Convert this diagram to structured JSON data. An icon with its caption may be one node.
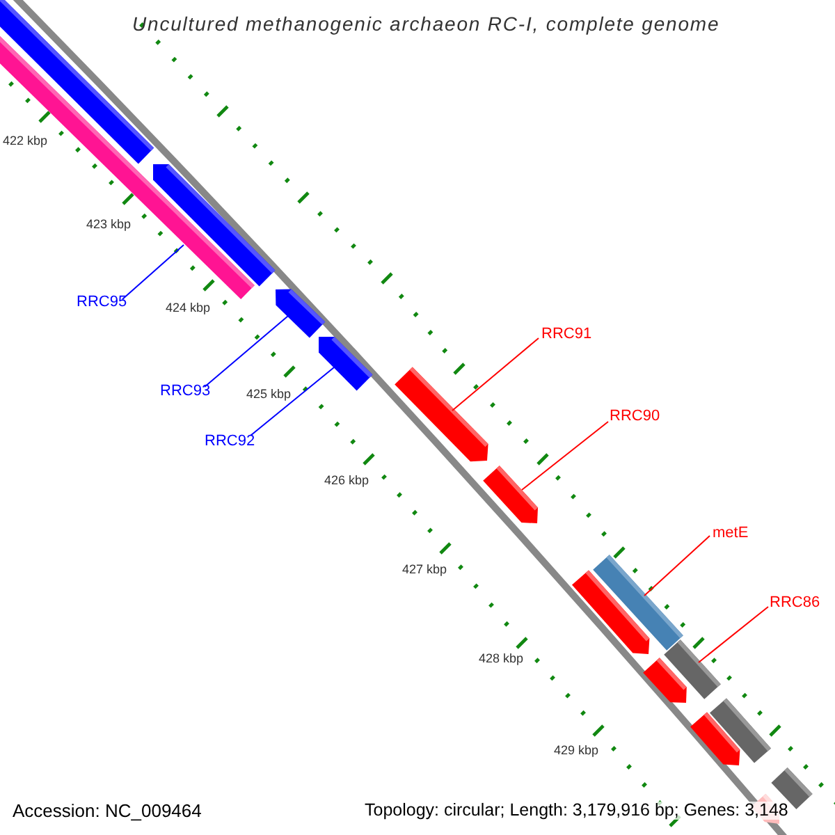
{
  "diagram": {
    "title": "Uncultured methanogenic archaeon RC-I, complete genome",
    "nodes": [
      {
        "text": [
          "RRC95"
        ]
      },
      {
        "text": [
          "RRC93"
        ]
      },
      {
        "text": [
          "RRC92"
        ]
      },
      {
        "text": [
          "RRC91"
        ]
      },
      {
        "text": [
          "RRC90"
        ]
      },
      {
        "text": [
          "metE"
        ]
      },
      {
        "text": [
          "RRC86"
        ]
      },
      {
        "text": [],
        "shape": "bar"
      },
      {
        "text": [],
        "shape": "bar"
      },
      {
        "text": [],
        "shape": "bar"
      },
      {
        "text": [],
        "shape": "bar"
      },
      {
        "text": [],
        "shape": "bar"
      },
      {
        "text": [],
        "shape": "bar"
      },
      {
        "text": [],
        "shape": "bar"
      },
      {
        "text": [],
        "shape": "bar"
      },
      {
        "text": [],
        "shape": "bar"
      },
      {
        "text": [],
        "shape": "bar"
      },
      {
        "text": [],
        "shape": "bar"
      },
      {
        "text": [],
        "shape": "bar"
      },
      {
        "text": [],
        "shape": "bar"
      },
      {
        "text": [],
        "shape": "bar"
      },
      {
        "text": [],
        "shape": "bar"
      }
    ],
    "edges": [
      {
        "from": 0,
        "to": 7,
        "arrow": "none",
        "color": "#0000ff"
      },
      {
        "from": 1,
        "to": 8,
        "arrow": "none",
        "color": "#0000ff"
      },
      {
        "from": 2,
        "to": 9,
        "arrow": "none",
        "color": "#0000ff"
      },
      {
        "from": 3,
        "to": 10,
        "arrow": "none"
      },
      {
        "from": 4,
        "to": 11,
        "arrow": "none"
      },
      {
        "from": 5,
        "to": 12,
        "arrow": "none"
      },
      {
        "from": 6,
        "to": 13,
        "arrow": "none"
      }
    ],
    "labels": [
      "422 kbp",
      "423 kbp",
      "424 kbp",
      "425 kbp",
      "426 kbp",
      "427 kbp",
      "428 kbp",
      "429 kbp",
      "Accession: NC_009464",
      "Topology: circular; Length: 3,179,916 bp; Genes: 3,148"
    ]
  }
}
